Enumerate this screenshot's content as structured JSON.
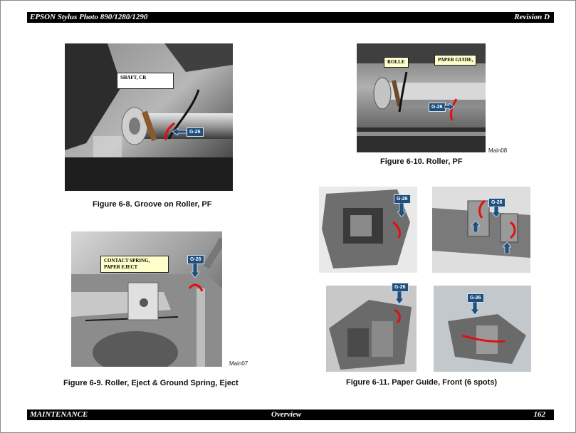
{
  "header": {
    "left": "EPSON Stylus Photo 890/1280/1290",
    "right": "Revision D"
  },
  "footer": {
    "left": "MAINTENANCE",
    "center": "Overview",
    "right": "162"
  },
  "figures": {
    "fig8": {
      "caption": "Figure 6-8.  Groove on Roller, PF",
      "callout": "SHAFT, CR",
      "tag": "G-26"
    },
    "fig9": {
      "caption": "Figure 6-9.  Roller, Eject & Ground Spring, Eject",
      "callout_line1": "CONTACT SPRING,",
      "callout_line2": "PAPER EJECT",
      "tag": "G-26",
      "code": "Main07"
    },
    "fig10": {
      "caption": "Figure 6-10.  Roller, PF",
      "callout_a": "ROLLE",
      "callout_b": "PAPER GUIDE,",
      "tag": "G-26",
      "code": "Main08"
    },
    "fig11": {
      "caption": "Figure 6-11.  Paper Guide, Front (6 spots)",
      "tags": [
        "G-26",
        "G-26",
        "G-26",
        "G-26"
      ]
    }
  }
}
